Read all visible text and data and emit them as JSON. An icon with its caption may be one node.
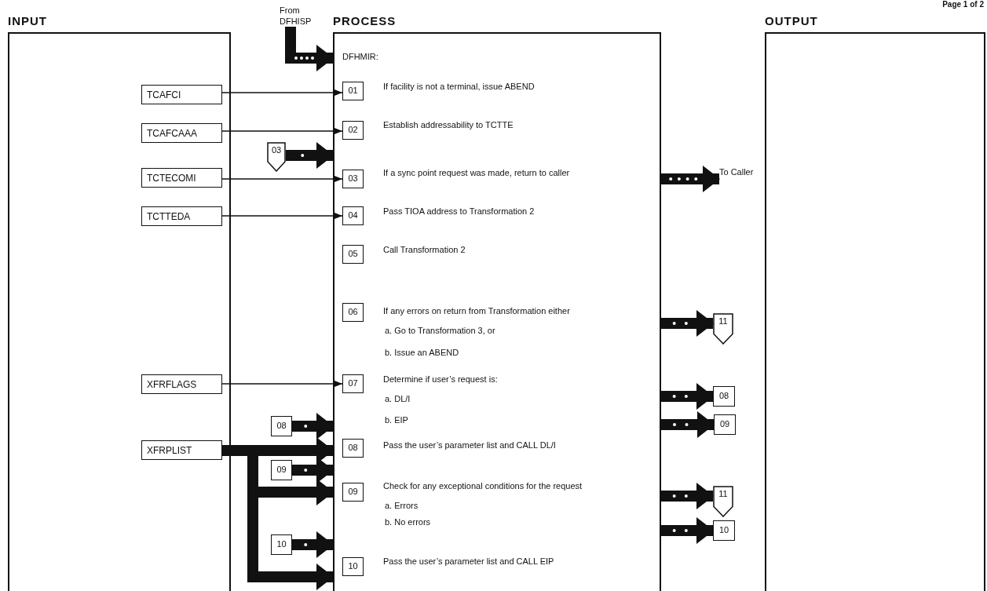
{
  "diagram": {
    "nodes": [
      {
        "text": [
          "INPUT"
        ]
      },
      {
        "text": [
          "TCAFCI"
        ],
        "in": 0
      },
      {
        "text": [
          "TCAFCAAA"
        ],
        "in": 0
      },
      {
        "text": [
          "TCTECOMI"
        ],
        "in": 0
      },
      {
        "text": [
          "TCTTEDA"
        ],
        "in": 0
      },
      {
        "text": [
          "XFRFLAGS"
        ],
        "in": 0
      },
      {
        "text": [
          "XFRPLIST"
        ],
        "in": 0
      },
      {
        "text": [
          "From DFHISP"
        ]
      },
      {
        "text": [
          "PROCESS",
          "DFHMIR:"
        ]
      },
      {
        "text": [
          "01"
        ],
        "in": 8,
        "beside": [
          "If facility is not a terminal, issue ABEND"
        ]
      },
      {
        "text": [
          "02"
        ],
        "in": 8,
        "beside": [
          "Establish addressability to TCTTE"
        ]
      },
      {
        "text": [
          "03"
        ],
        "in": 8,
        "beside": [
          "If a sync point request was made, return to caller"
        ]
      },
      {
        "text": [
          "04"
        ],
        "in": 8,
        "beside": [
          "Pass TIOA address to Transformation 2"
        ]
      },
      {
        "text": [
          "05"
        ],
        "in": 8,
        "beside": [
          "Call Transformation 2"
        ]
      },
      {
        "text": [
          "06"
        ],
        "in": 8,
        "beside": [
          "If any errors on return from Transformation either",
          "a. Go to Transformation 3, or",
          "b. Issue an ABEND"
        ]
      },
      {
        "text": [
          "07"
        ],
        "in": 8,
        "beside": [
          "Determine if user’s request is:",
          "a. DL/I",
          "b. EIP"
        ]
      },
      {
        "text": [
          "08"
        ],
        "in": 8,
        "beside": [
          "Pass the user’s parameter list and CALL DL/I"
        ]
      },
      {
        "text": [
          "09"
        ],
        "in": 8,
        "beside": [
          "Check for any exceptional conditions for the request",
          "a. Errors",
          "b. No errors"
        ]
      },
      {
        "text": [
          "10"
        ],
        "in": 8,
        "beside": [
          "Pass the user’s parameter list and CALL EIP"
        ]
      },
      {
        "text": [
          "03"
        ]
      },
      {
        "text": [
          "08"
        ]
      },
      {
        "text": [
          "09"
        ]
      },
      {
        "text": [
          "10"
        ]
      },
      {
        "text": [
          "To Caller"
        ]
      },
      {
        "text": [
          "11"
        ]
      },
      {
        "text": [
          "08"
        ]
      },
      {
        "text": [
          "09"
        ]
      },
      {
        "text": [
          "11"
        ]
      },
      {
        "text": [
          "10"
        ]
      },
      {
        "text": [
          "OUTPUT"
        ]
      }
    ],
    "edges": [
      {
        "from": 1,
        "to": 9,
        "arrow": "to"
      },
      {
        "from": 2,
        "to": 10,
        "arrow": "to"
      },
      {
        "from": 3,
        "to": 11,
        "arrow": "to"
      },
      {
        "from": 4,
        "to": 12,
        "arrow": "to"
      },
      {
        "from": 5,
        "to": 15,
        "arrow": "to"
      },
      {
        "from": 7,
        "to": 8,
        "arrow": "to"
      },
      {
        "from": 19,
        "to": 8,
        "arrow": "to"
      },
      {
        "from": 20,
        "to": 8,
        "arrow": "to"
      },
      {
        "from": 6,
        "to": 8,
        "arrow": "to"
      },
      {
        "from": 21,
        "to": 8,
        "arrow": "to"
      },
      {
        "from": 6,
        "to": 8,
        "arrow": "to"
      },
      {
        "from": 22,
        "to": 8,
        "arrow": "to"
      },
      {
        "from": 6,
        "to": 8,
        "arrow": "to"
      },
      {
        "from": 8,
        "to": 23,
        "arrow": "to"
      },
      {
        "from": 8,
        "to": 24,
        "arrow": "to"
      },
      {
        "from": 8,
        "to": 25,
        "arrow": "to"
      },
      {
        "from": 8,
        "to": 26,
        "arrow": "to"
      },
      {
        "from": 8,
        "to": 27,
        "arrow": "to"
      },
      {
        "from": 8,
        "to": 28,
        "arrow": "to"
      }
    ],
    "labels": [
      "Page 1 of 2"
    ]
  }
}
